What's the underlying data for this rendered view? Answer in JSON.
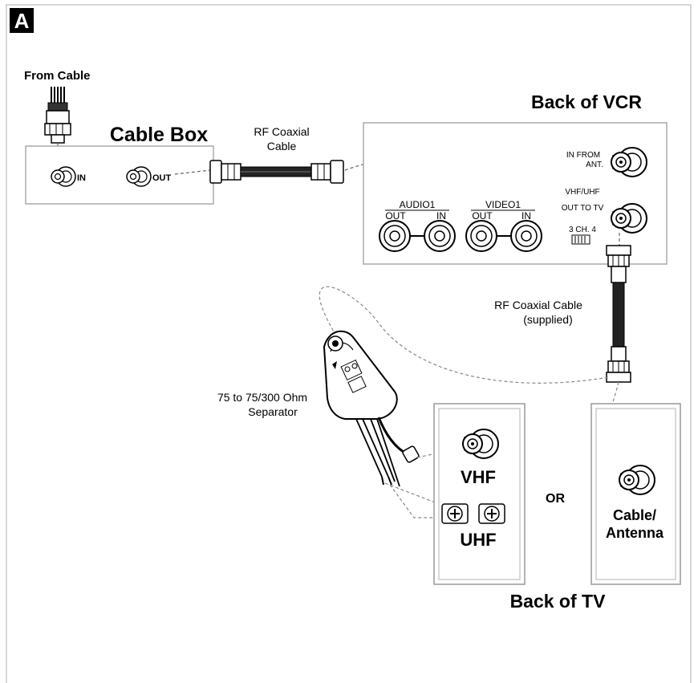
{
  "badge": "A",
  "labels": {
    "from_cable": "From Cable",
    "cable_box": "Cable Box",
    "cable_box_in": "IN",
    "cable_box_out": "OUT",
    "rf_coax_1": "RF Coaxial",
    "rf_coax_2": "Cable",
    "back_of_vcr": "Back of VCR",
    "in_from_1": "IN FROM",
    "in_from_2": "ANT.",
    "vhf_uhf": "VHF/UHF",
    "out_to_tv": "OUT TO TV",
    "audio1": "AUDIO1",
    "video1": "VIDEO1",
    "out": "OUT",
    "in": "IN",
    "channel_switch": "3 CH. 4",
    "rf_supplied_1": "RF Coaxial Cable",
    "rf_supplied_2": "(supplied)",
    "separator_1": "75 to 75/300 Ohm",
    "separator_2": "Separator",
    "vhf": "VHF",
    "uhf": "UHF",
    "or": "OR",
    "cable_antenna_1": "Cable/",
    "cable_antenna_2": "Antenna",
    "back_of_tv": "Back of TV"
  }
}
